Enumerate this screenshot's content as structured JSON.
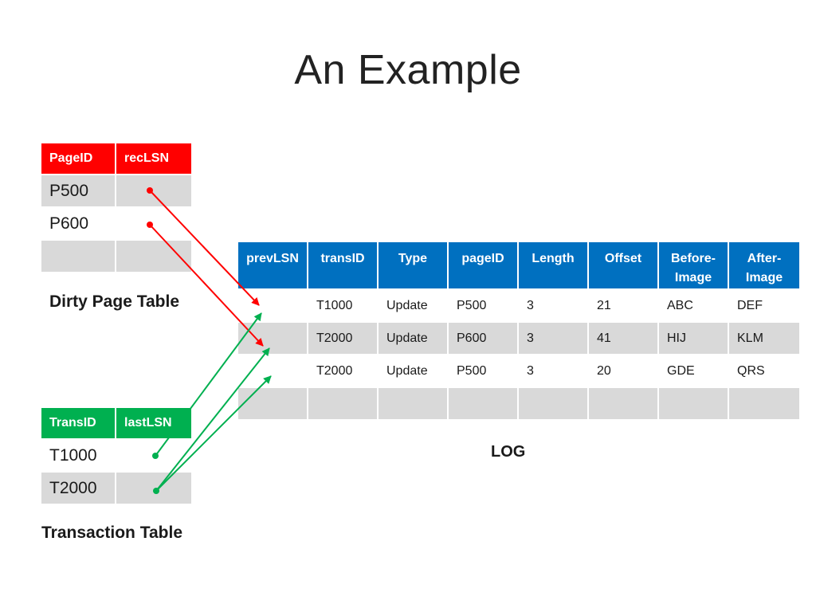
{
  "title": "An Example",
  "dirty_page_table": {
    "headers": [
      "PageID",
      "recLSN"
    ],
    "rows": [
      [
        "P500",
        ""
      ],
      [
        "P600",
        ""
      ],
      [
        "",
        ""
      ]
    ],
    "label": "Dirty Page Table",
    "header_color": "#ff0000"
  },
  "transaction_table": {
    "headers": [
      "TransID",
      "lastLSN"
    ],
    "rows": [
      [
        "T1000",
        ""
      ],
      [
        "T2000",
        ""
      ]
    ],
    "label": "Transaction Table",
    "header_color": "#00b050"
  },
  "log": {
    "headers": [
      "prevLSN",
      "transID",
      "Type",
      "pageID",
      "Length",
      "Offset",
      "Before-Image",
      "After-Image"
    ],
    "header_lines": [
      [
        "prevLSN"
      ],
      [
        "transID"
      ],
      [
        "Type"
      ],
      [
        "pageID"
      ],
      [
        "Length"
      ],
      [
        "Offset"
      ],
      [
        "Before-",
        "Image"
      ],
      [
        "After-",
        "Image"
      ]
    ],
    "rows": [
      [
        "",
        "T1000",
        "Update",
        "P500",
        "3",
        "21",
        "ABC",
        "DEF"
      ],
      [
        "",
        "T2000",
        "Update",
        "P600",
        "3",
        "41",
        "HIJ",
        "KLM"
      ],
      [
        "",
        "T2000",
        "Update",
        "P500",
        "3",
        "20",
        "GDE",
        "QRS"
      ],
      [
        "",
        "",
        "",
        "",
        "",
        "",
        "",
        ""
      ]
    ],
    "label": "LOG",
    "header_color": "#0070c0"
  },
  "arrow_colors": {
    "recLSN": "#ff0000",
    "lastLSN": "#00b050"
  }
}
